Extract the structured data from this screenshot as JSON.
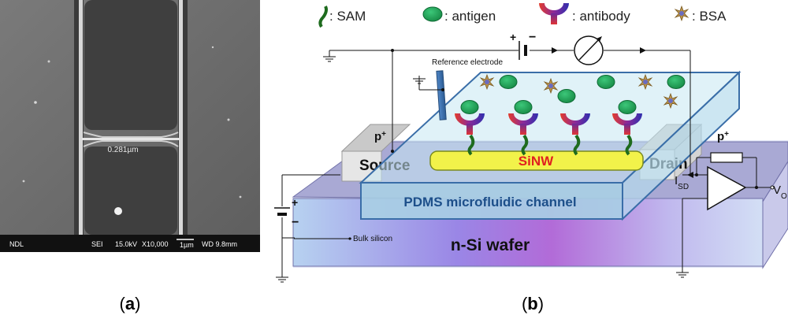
{
  "panel_a": {
    "caption_open": "(",
    "caption_letter": "a",
    "caption_close": ")",
    "measure_label": "0.281µm",
    "sem_info": {
      "lab": "NDL",
      "detector": "SEI",
      "voltage": "15.0kV",
      "magnification": "X10,000",
      "scale": "1µm",
      "working_distance": "WD 9.8mm"
    }
  },
  "panel_b": {
    "caption_open": "(",
    "caption_letter": "b",
    "caption_close": ")",
    "legend": {
      "sam": ": SAM",
      "antigen": ": antigen",
      "antibody": ": antibody",
      "bsa": ": BSA"
    },
    "labels": {
      "reference_electrode": "Reference electrode",
      "source": "Source",
      "drain": "Drain",
      "p_plus_left": "p",
      "p_plus_right": "p",
      "sup_plus": "+",
      "sinw": "SiNW",
      "pdms": "PDMS microfluidic channel",
      "wafer": "n-Si wafer",
      "bulk_silicon": "Bulk silicon",
      "isd_main": "I",
      "isd_sub": "SD",
      "vo_main": "V",
      "vo_sub": "O",
      "battery_plus": "+",
      "battery_minus": "−",
      "gate_plus": "+",
      "gate_minus": "−"
    },
    "colors": {
      "sam": "#1e6b1e",
      "antigen": "#22a15a",
      "bsa": "#b08840",
      "sinw": "#f2f24a",
      "sinw_text": "#e02020",
      "pdms_text": "#1d4f8a",
      "channel": "#c4e6f2",
      "wafer_top": "#a6a6d2"
    }
  }
}
